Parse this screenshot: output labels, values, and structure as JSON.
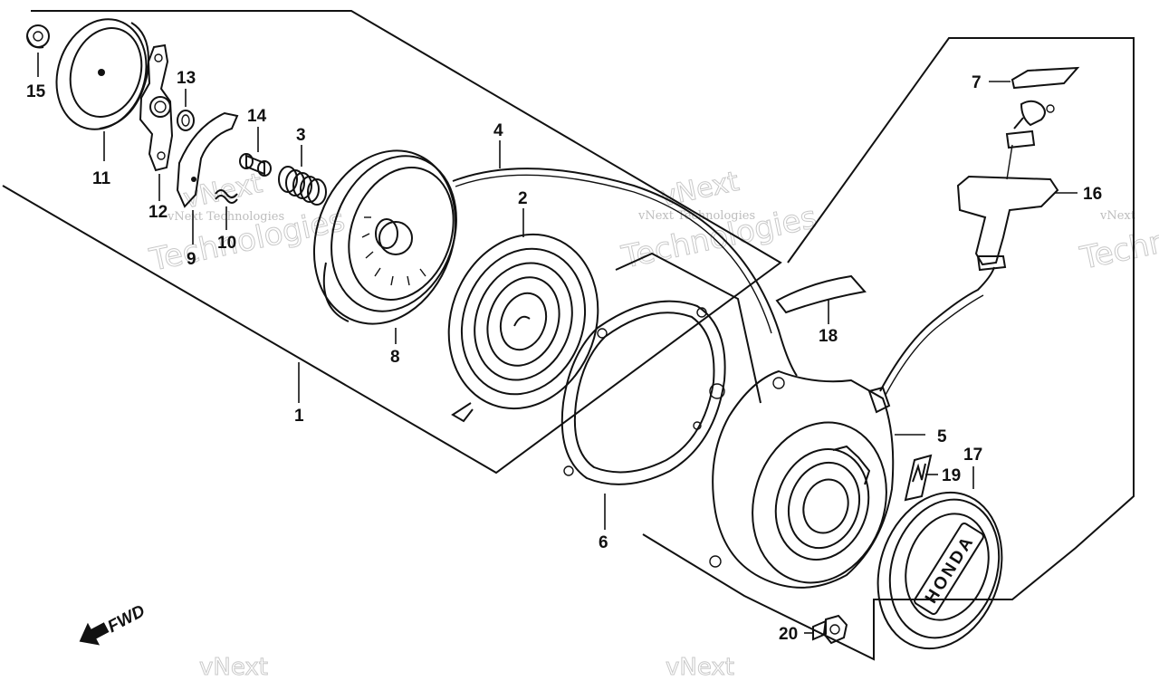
{
  "diagram": {
    "parts": [
      {
        "id": "label-1",
        "text": "1"
      },
      {
        "id": "label-2",
        "text": "2"
      },
      {
        "id": "label-3",
        "text": "3"
      },
      {
        "id": "label-4",
        "text": "4"
      },
      {
        "id": "label-5",
        "text": "5"
      },
      {
        "id": "label-6",
        "text": "6"
      },
      {
        "id": "label-7",
        "text": "7"
      },
      {
        "id": "label-8",
        "text": "8"
      },
      {
        "id": "label-9",
        "text": "9"
      },
      {
        "id": "label-10",
        "text": "10"
      },
      {
        "id": "label-11",
        "text": "11"
      },
      {
        "id": "label-12",
        "text": "12"
      },
      {
        "id": "label-13",
        "text": "13"
      },
      {
        "id": "label-14",
        "text": "14"
      },
      {
        "id": "label-15",
        "text": "15"
      },
      {
        "id": "label-16",
        "text": "16"
      },
      {
        "id": "label-17",
        "text": "17"
      },
      {
        "id": "label-18",
        "text": "18"
      },
      {
        "id": "label-19",
        "text": "19"
      },
      {
        "id": "label-20",
        "text": "20"
      }
    ],
    "fwd_label": "FWD",
    "brand_mark": "HONDA",
    "watermark_line1": "vNext",
    "watermark_line2": "Technologies",
    "watermark_small": "vNext Technologies",
    "colors": {
      "ink": "#111111",
      "watermark": "#c9c9c9",
      "background": "#ffffff"
    }
  }
}
